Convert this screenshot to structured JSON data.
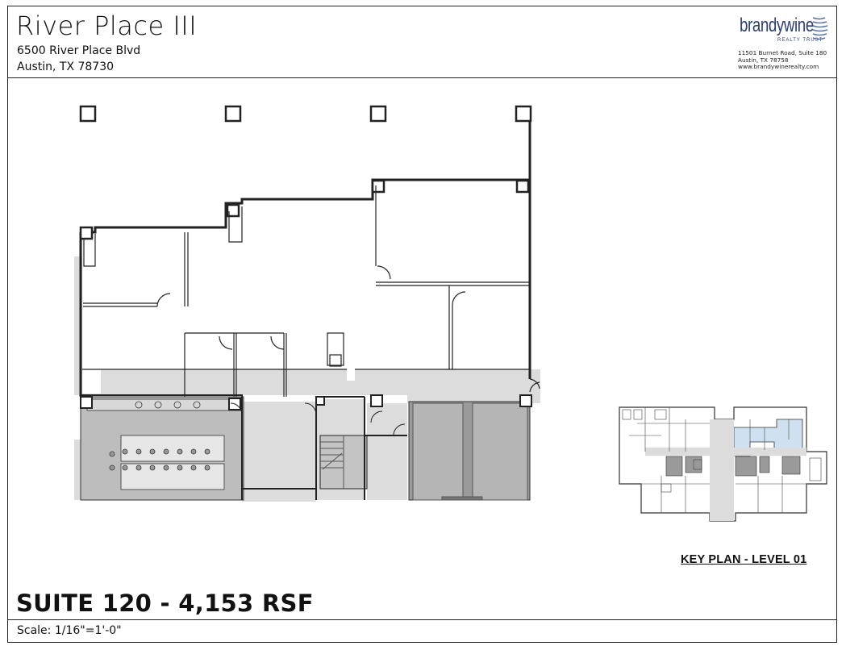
{
  "property": {
    "name": "River Place III",
    "address_line1": "6500 River Place Blvd",
    "address_line2": "Austin, TX 78730"
  },
  "brand": {
    "name": "brandywine",
    "tagline": "REALTY TRUST",
    "address_line1": "11501 Burnet Road, Suite 180",
    "address_line2": "Austin, TX 78758",
    "website": "www.brandywinerealty.com",
    "color": "#2b3f73"
  },
  "plan": {
    "suite_label": "SUITE 120 - 4,153 RSF",
    "scale_label": "Scale:  1/16\"=1'-0\"",
    "key_plan_label": "KEY PLAN - LEVEL 01",
    "highlight_color": "#cfe0f0",
    "corridor_color": "#dcdcdc",
    "core_color": "#9a9a9a"
  }
}
